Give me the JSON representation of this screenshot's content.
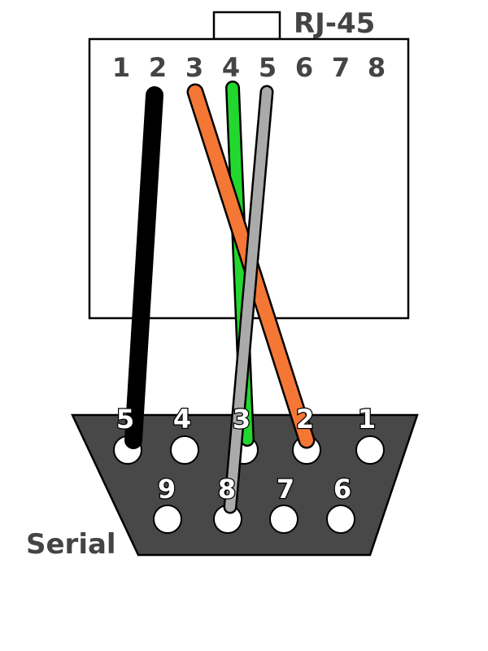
{
  "rj45": {
    "title": "RJ-45",
    "pins": [
      "1",
      "2",
      "3",
      "4",
      "5",
      "6",
      "7",
      "8"
    ]
  },
  "serial": {
    "title": "Serial",
    "top_pins": [
      "5",
      "4",
      "3",
      "2",
      "1"
    ],
    "bottom_pins": [
      "9",
      "8",
      "7",
      "6"
    ]
  },
  "colors": {
    "serial_body": "#484848",
    "wire_black": "#000000",
    "wire_orange": "#f57735",
    "wire_green": "#22d82e",
    "wire_gray": "#aaaaaa"
  },
  "wires": [
    {
      "color_name": "black",
      "rj45_pin": "2",
      "serial_pin": "5"
    },
    {
      "color_name": "green",
      "rj45_pin": "4",
      "serial_pin": "3"
    },
    {
      "color_name": "orange",
      "rj45_pin": "3",
      "serial_pin": "2"
    },
    {
      "color_name": "gray",
      "rj45_pin": "5",
      "serial_pin": "8"
    }
  ]
}
